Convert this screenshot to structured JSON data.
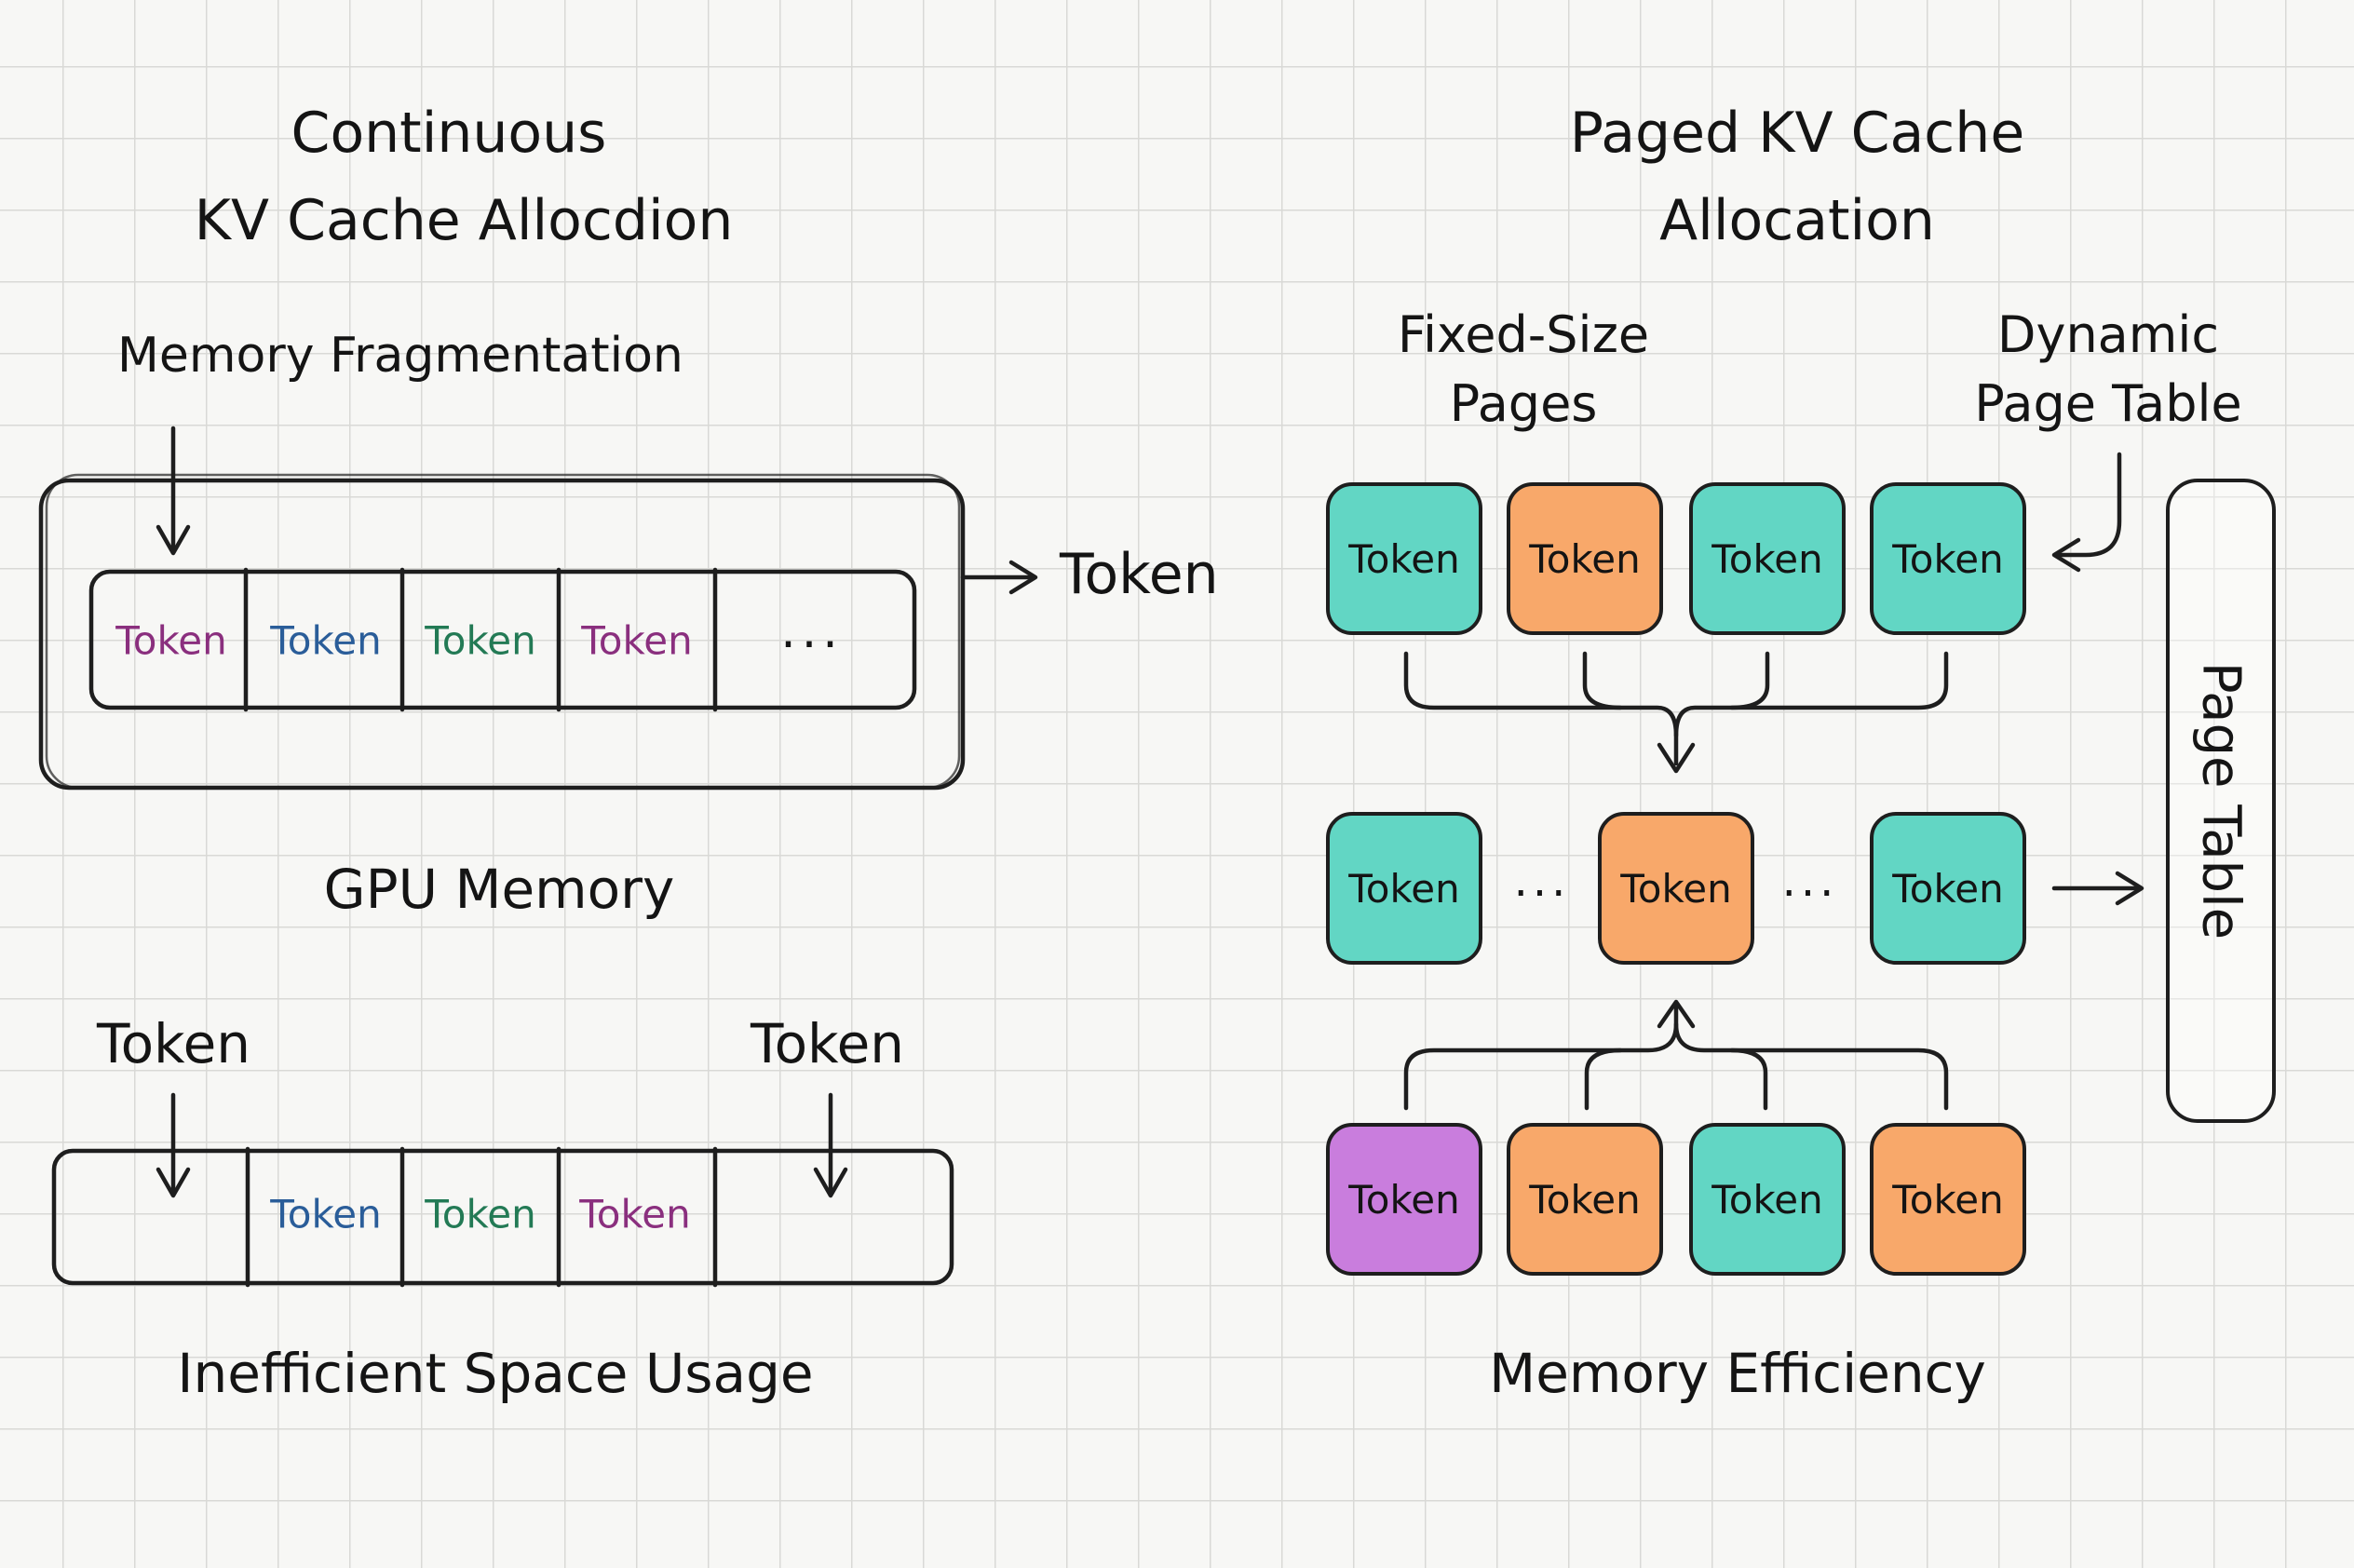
{
  "left": {
    "title_line1": "Continuous",
    "title_line2": "KV Cache Allocdion",
    "fragmentation_label": "Memory Fragmentation",
    "gpu_cells": [
      "Token",
      "Token",
      "Token",
      "Token"
    ],
    "gpu_ellipsis": "...",
    "side_token_label": "Token",
    "gpu_label": "GPU Memory",
    "bottom_token_left": "Token",
    "bottom_token_right": "Token",
    "bottom_cells": [
      "Token",
      "Token",
      "Token"
    ],
    "inefficient_label": "Inefficient Space Usage"
  },
  "right": {
    "title_line1": "Paged KV Cache",
    "title_line2": "Allocation",
    "fixed_size_line1": "Fixed-Size",
    "fixed_size_line2": "Pages",
    "dynamic_line1": "Dynamic",
    "dynamic_line2": "Page Table",
    "row1": [
      "Token",
      "Token",
      "Token",
      "Token"
    ],
    "row2": [
      "Token",
      "Token",
      "Token"
    ],
    "row2_ellipsis": "...",
    "row3": [
      "Token",
      "Token",
      "Token",
      "Token"
    ],
    "page_table_label": "Page Table",
    "efficiency_label": "Memory Efficiency"
  },
  "colors": {
    "teal": "#62d6c4",
    "orange": "#f8a86a",
    "purple": "#c97ddd",
    "token_purple": "#8a2f7e",
    "token_blue": "#2a5d99",
    "token_green": "#237a55",
    "ink": "#1e1e1e"
  }
}
